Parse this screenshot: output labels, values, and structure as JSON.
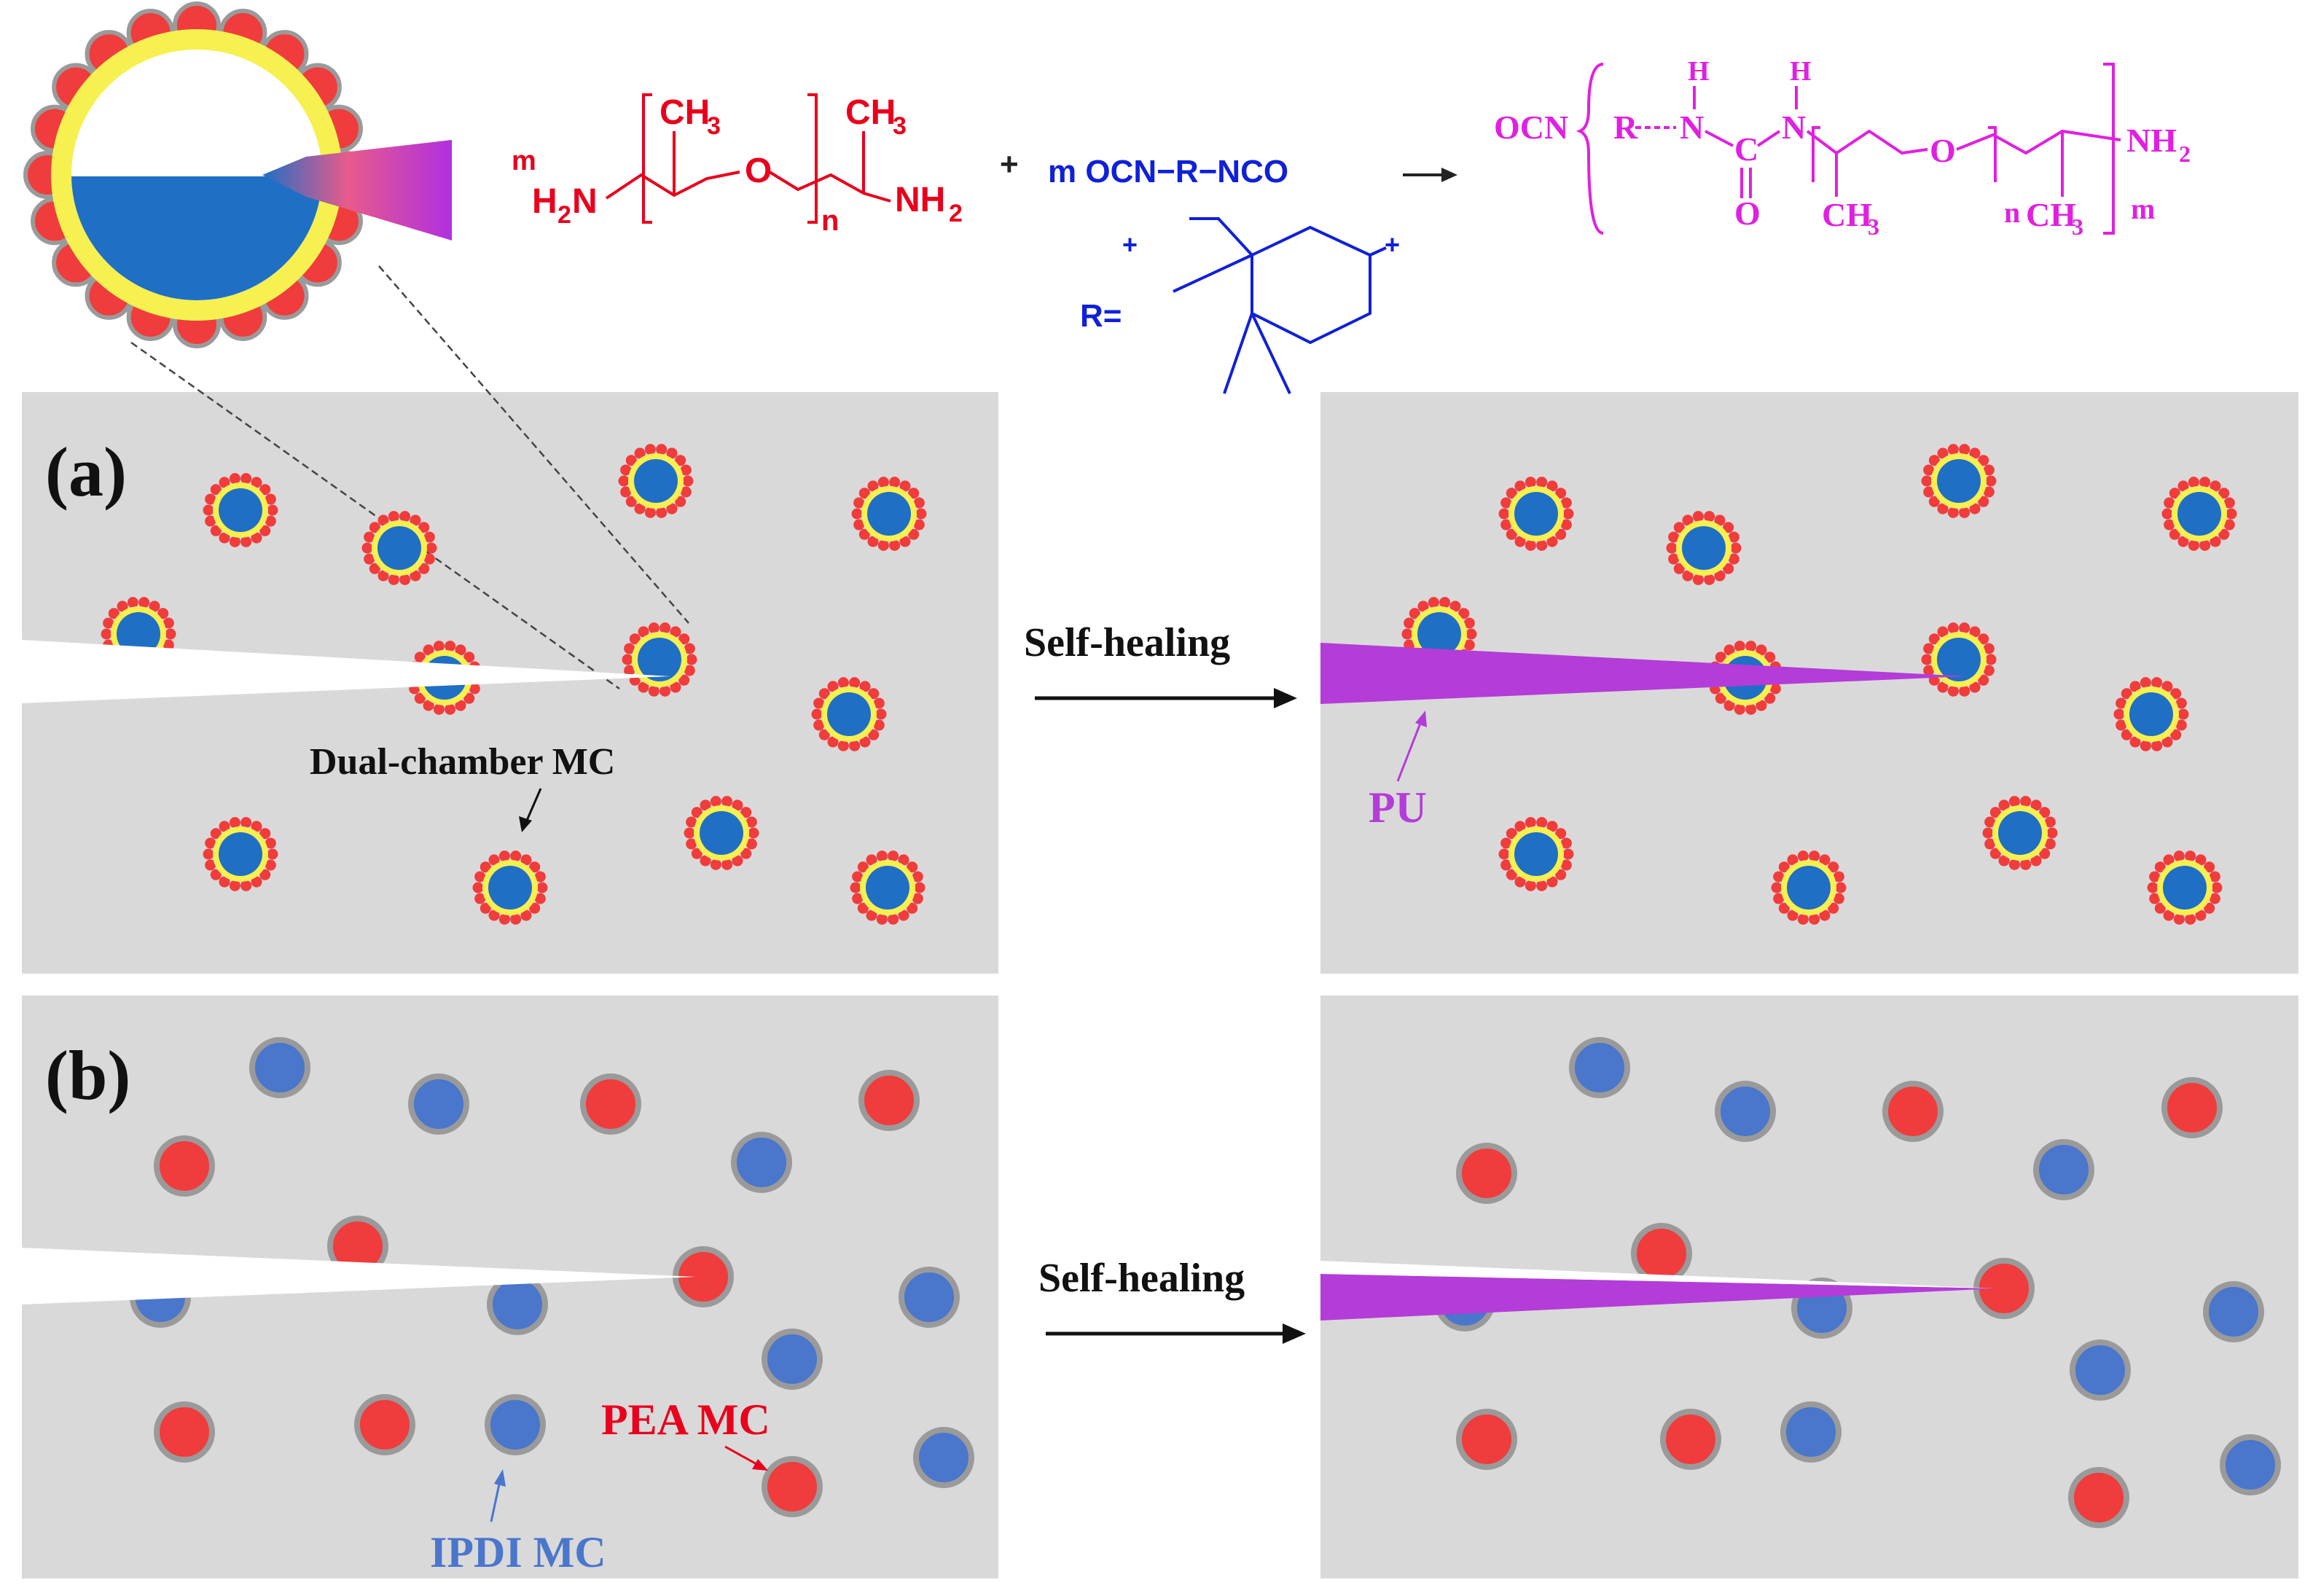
{
  "colors": {
    "panel_bg": "#d9d9d9",
    "pea_red": "#f03c3c",
    "ipdi_blue": "#1f6fc5",
    "ipdi_blue_light": "#4a76cc",
    "shell_yellow": "#f6f050",
    "shell_gray": "#9a9a9a",
    "pu_purple": "#b43cd8",
    "reaction_red": "#e8001c",
    "reaction_blue": "#1020d8",
    "product_magenta": "#e020e0"
  },
  "reaction": {
    "reactant1": {
      "coef": "m",
      "h2n": "H",
      "h2n_sub": "2",
      "h2n_n": "N",
      "ch3_left": "CH",
      "ch3_sub": "3",
      "o": "O",
      "n": "n",
      "ch3_right": "CH",
      "nh2": "NH",
      "nh2_sub": "2"
    },
    "plus": "+",
    "reactant2": "m OCN−R−NCO",
    "r_label": "R=",
    "product": {
      "ocn": "OCN",
      "r": "R",
      "n_upper": "N",
      "h1": "H",
      "c": "C",
      "o_dbl": "O",
      "h2": "H",
      "n2": "N",
      "o_ether": "O",
      "n": "n",
      "ch3_1": "CH",
      "ch3_sub": "3",
      "ch3_2": "CH",
      "m": "m",
      "nh2": "NH",
      "nh2_sub": "2"
    }
  },
  "panel_a": {
    "label": "(a)",
    "mc_label": "Dual-chamber MC",
    "arrow_label": "Self-healing",
    "pu_label": "PU"
  },
  "panel_b": {
    "label": "(b)",
    "arrow_label": "Self-healing",
    "pea_label": "PEA MC",
    "ipdi_label": "IPDI MC"
  }
}
